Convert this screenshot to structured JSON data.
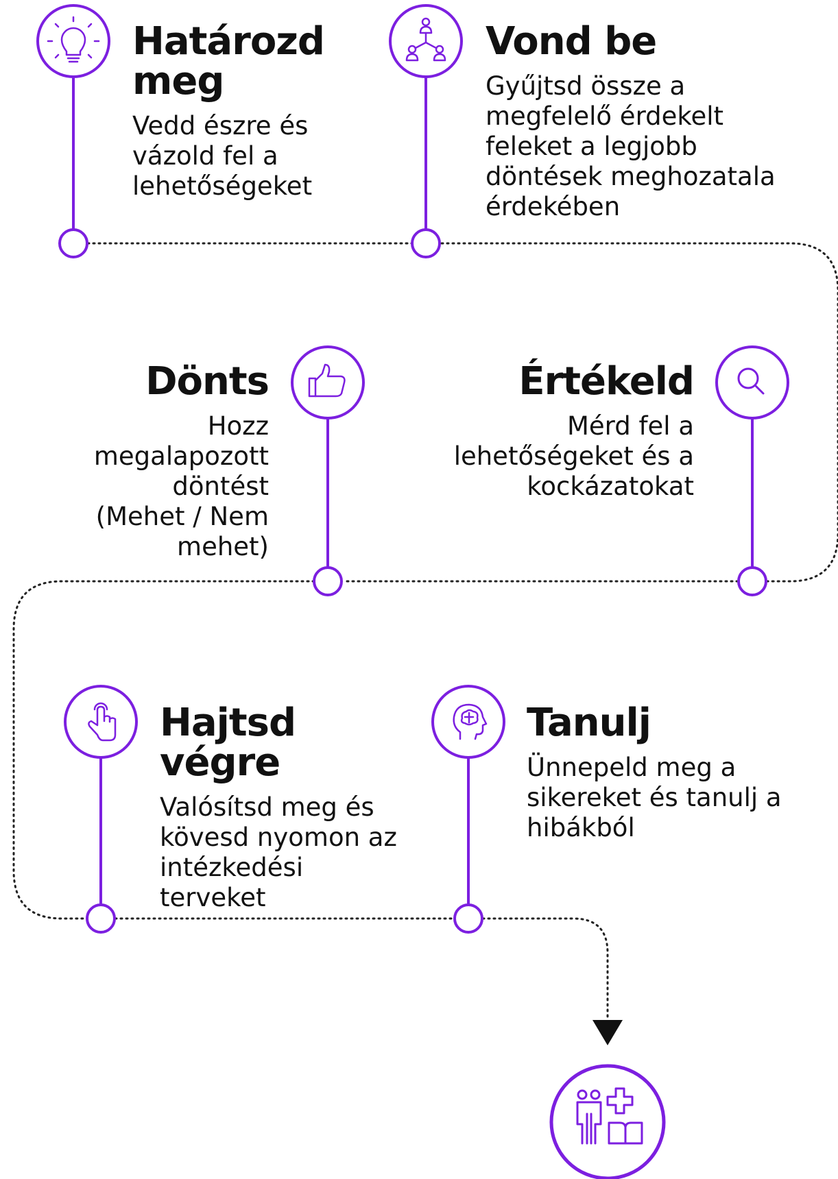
{
  "accent_color": "#7c1fe0",
  "steps": [
    {
      "title": "Határozd meg",
      "description": "Vedd észre és vázold fel a lehetőségeket",
      "icon": "lightbulb-icon"
    },
    {
      "title": "Vond be",
      "description": "Gyűjtsd össze a megfelelő érdekelt feleket a legjobb döntések meghozatala érdekében",
      "icon": "people-network-icon"
    },
    {
      "title": "Értékeld",
      "description": "Mérd fel a lehetőségeket és a kockázatokat",
      "icon": "magnifier-icon"
    },
    {
      "title": "Dönts",
      "description": "Hozz megalapozott döntést (Mehet / Nem mehet)",
      "icon": "thumbs-up-icon"
    },
    {
      "title": "Hajtsd végre",
      "description": "Valósítsd meg és kövesd nyomon az intézkedési terveket",
      "icon": "tap-hand-icon"
    },
    {
      "title": "Tanulj",
      "description": "Ünnepeld meg a sikereket és tanulj a hibákból",
      "icon": "head-brain-icon"
    }
  ],
  "end_icon": "people-health-book-icon"
}
